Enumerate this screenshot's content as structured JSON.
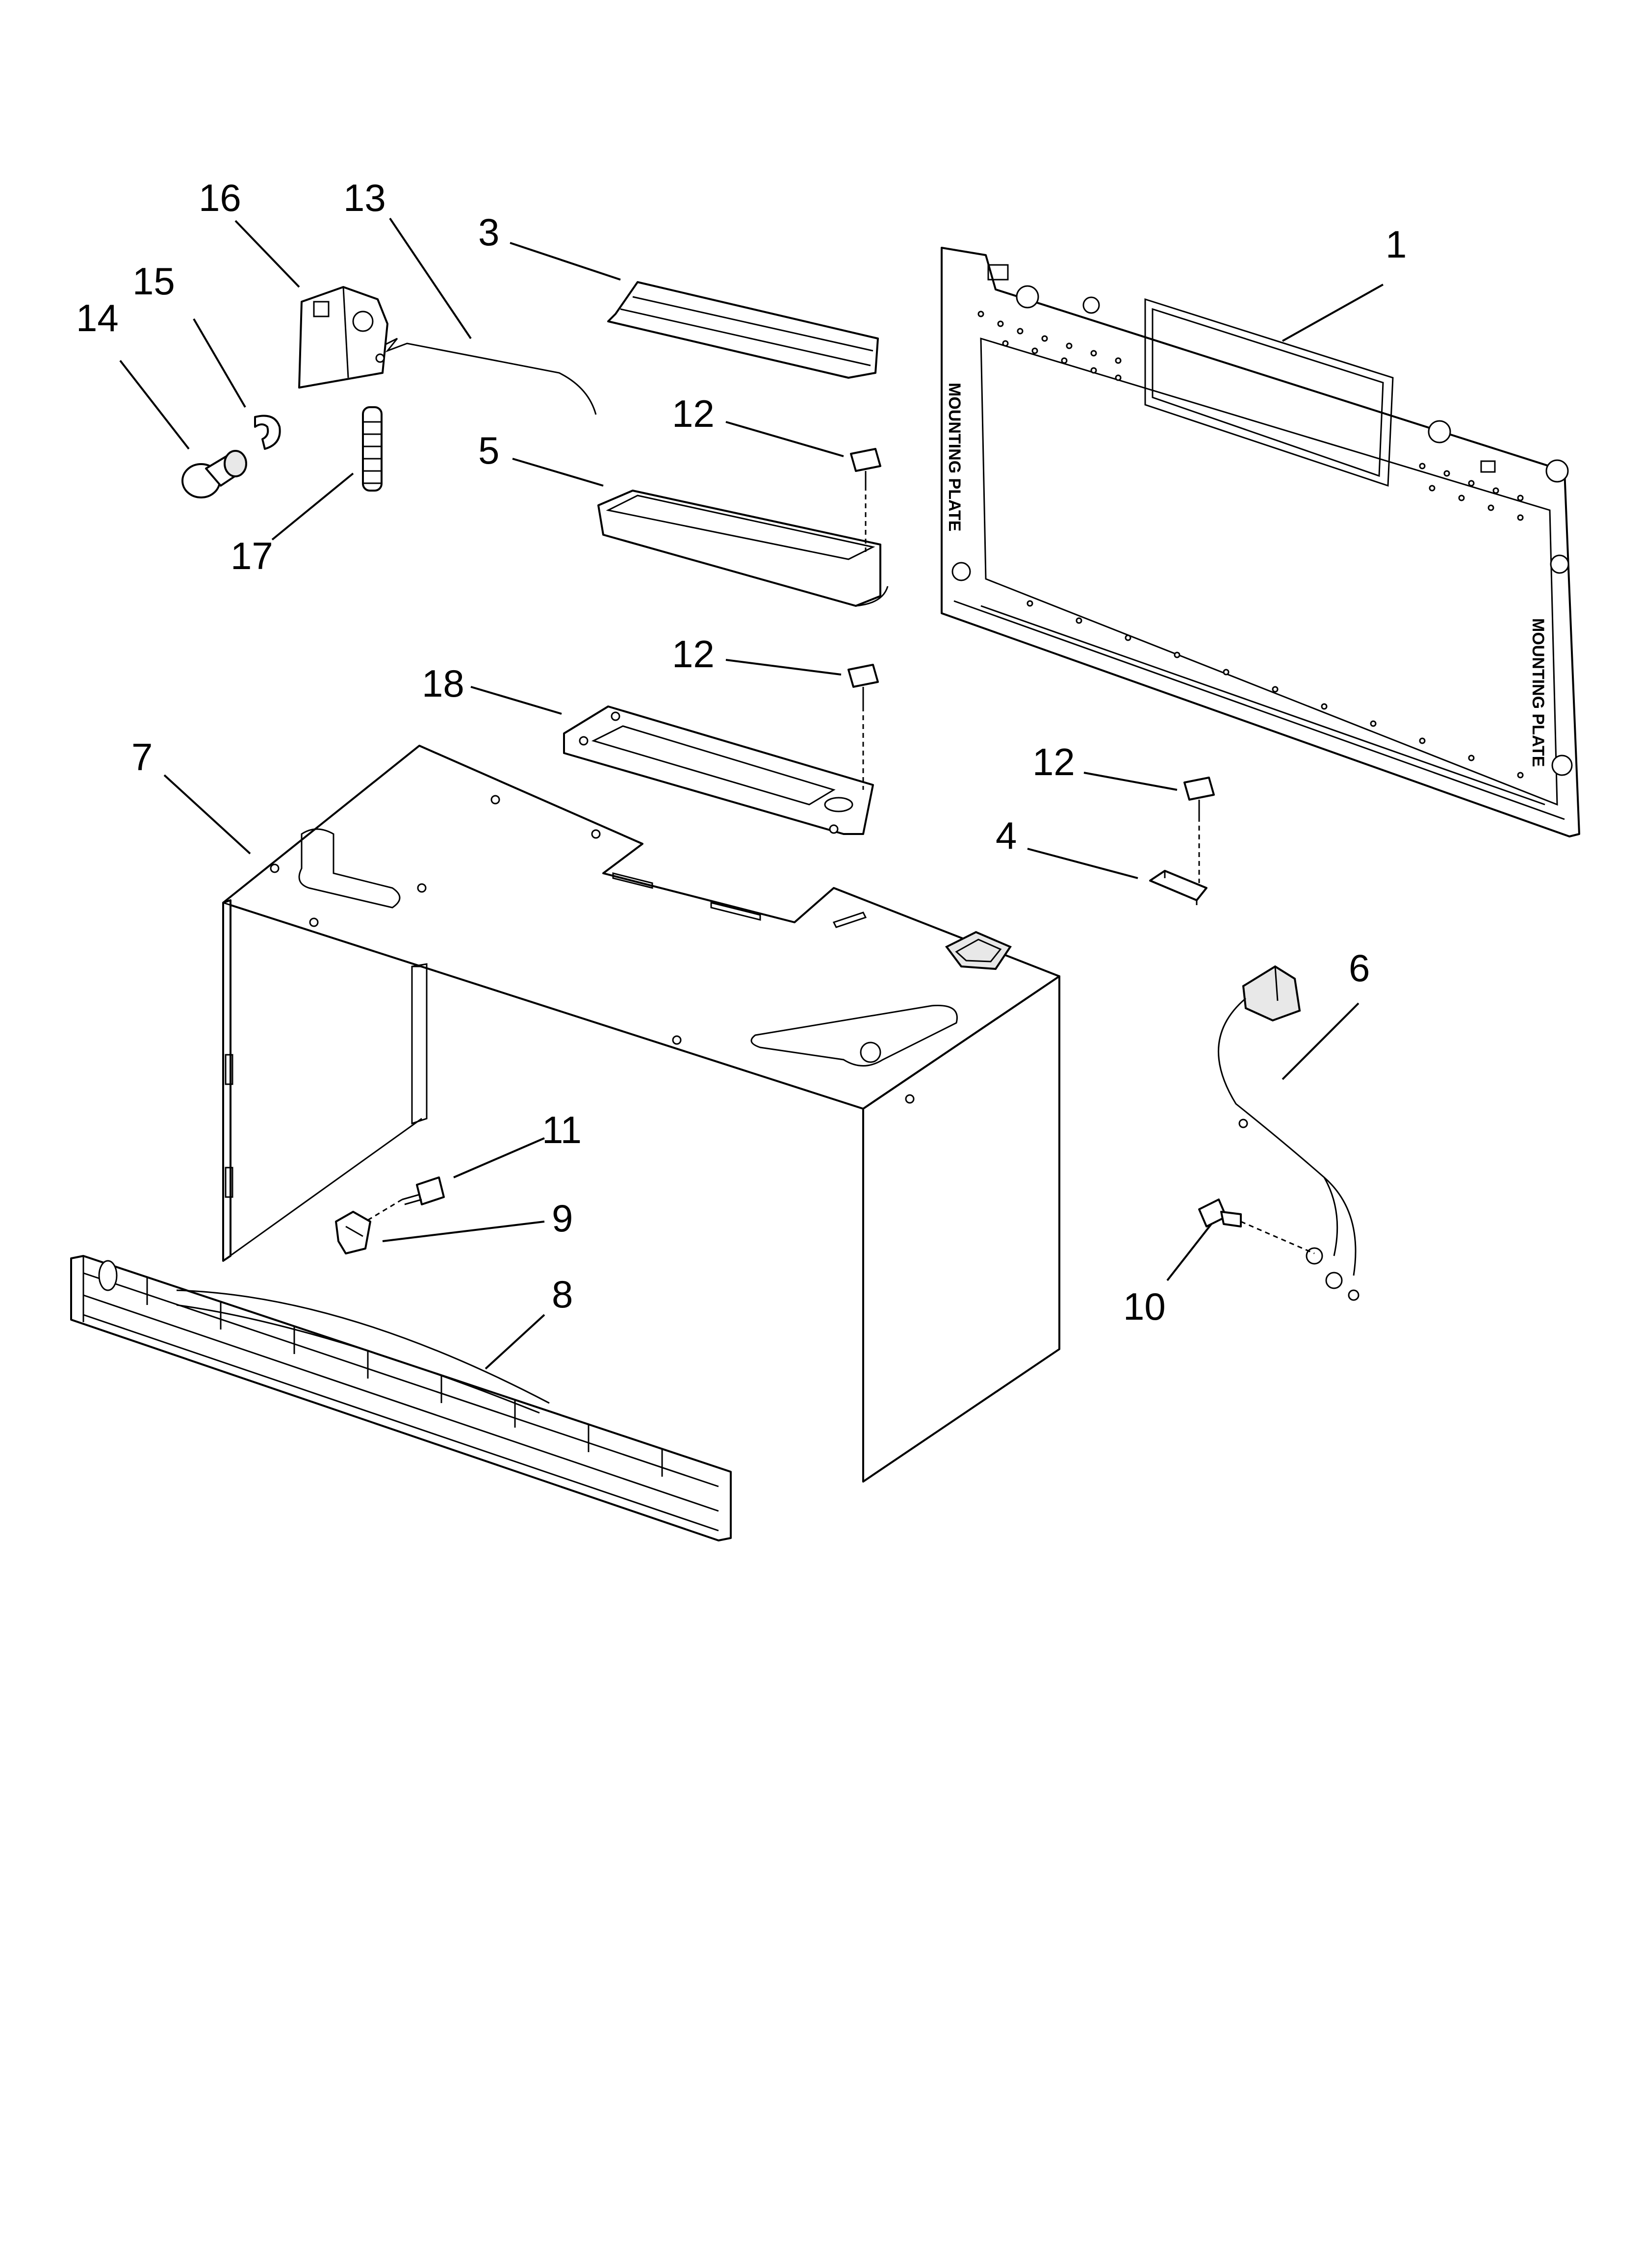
{
  "callouts": [
    {
      "id": "c1",
      "label": "1",
      "part": "mounting-plate"
    },
    {
      "id": "c3",
      "label": "3",
      "part": "top-rail"
    },
    {
      "id": "c4",
      "label": "4",
      "part": "small-bracket"
    },
    {
      "id": "c5",
      "label": "5",
      "part": "damper-housing"
    },
    {
      "id": "c6",
      "label": "6",
      "part": "power-cord"
    },
    {
      "id": "c7",
      "label": "7",
      "part": "outer-wrapper"
    },
    {
      "id": "c8",
      "label": "8",
      "part": "vent-grille"
    },
    {
      "id": "c9",
      "label": "9",
      "part": "grille-clip"
    },
    {
      "id": "c10",
      "label": "10",
      "part": "ground-screw"
    },
    {
      "id": "c11",
      "label": "11",
      "part": "grille-screw"
    },
    {
      "id": "c12a",
      "label": "12",
      "part": "screw"
    },
    {
      "id": "c12b",
      "label": "12",
      "part": "screw"
    },
    {
      "id": "c12c",
      "label": "12",
      "part": "screw"
    },
    {
      "id": "c13",
      "label": "13",
      "part": "damper-wire"
    },
    {
      "id": "c14",
      "label": "14",
      "part": "knob"
    },
    {
      "id": "c15",
      "label": "15",
      "part": "retaining-clip"
    },
    {
      "id": "c16",
      "label": "16",
      "part": "hinge-bracket"
    },
    {
      "id": "c17",
      "label": "17",
      "part": "spring"
    },
    {
      "id": "c18",
      "label": "18",
      "part": "gasket"
    }
  ],
  "plate_labels": {
    "top": "MOUNTING PLATE",
    "side": "MOUNTING PLATE"
  }
}
